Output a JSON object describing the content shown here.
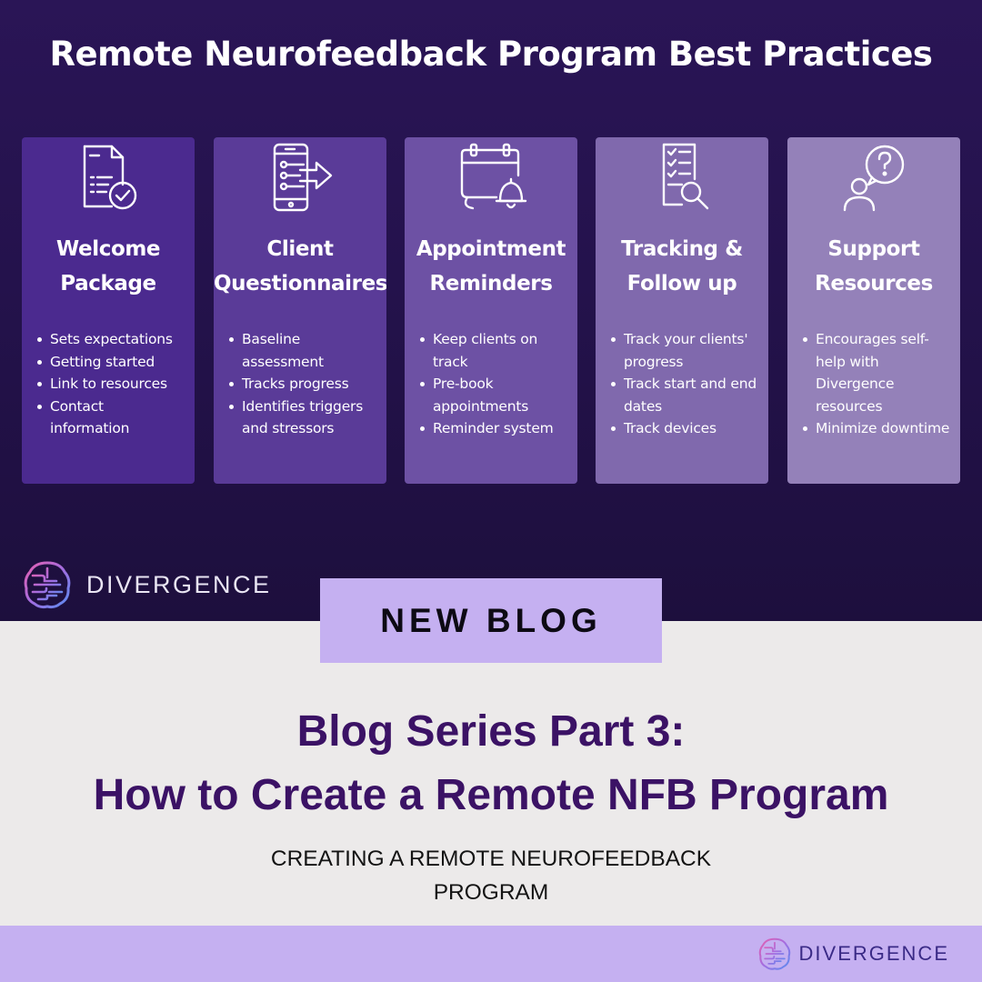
{
  "hero": {
    "title": "Remote Neurofeedback Program Best Practices",
    "cards": [
      {
        "icon": "document-checklist-icon",
        "title_lines": [
          "Welcome",
          "Package"
        ],
        "color": "#4b2a8f",
        "bullets": [
          [
            "Sets expectations"
          ],
          [
            "Getting started"
          ],
          [
            "Link to resources"
          ],
          [
            "Contact",
            "information"
          ]
        ]
      },
      {
        "icon": "phone-questionnaire-icon",
        "title_lines": [
          "Client",
          "Questionnaires"
        ],
        "color": "#5a3b98",
        "bullets": [
          [
            "Baseline",
            "assessment"
          ],
          [
            "Tracks progress"
          ],
          [
            "Identifies triggers",
            "and stressors"
          ]
        ]
      },
      {
        "icon": "calendar-bell-icon",
        "title_lines": [
          "Appointment",
          "Reminders"
        ],
        "color": "#6d51a4",
        "bullets": [
          [
            "Keep clients on",
            "track"
          ],
          [
            "Pre-book",
            "appointments"
          ],
          [
            "Reminder system"
          ]
        ]
      },
      {
        "icon": "checklist-magnifier-icon",
        "title_lines": [
          "Tracking &",
          "Follow up"
        ],
        "color": "#8069ad",
        "bullets": [
          [
            "Track your clients'",
            "progress"
          ],
          [
            "Track start and end",
            "dates"
          ],
          [
            "Track devices"
          ]
        ]
      },
      {
        "icon": "person-question-icon",
        "title_lines": [
          "Support",
          "Resources"
        ],
        "color": "#9481b9",
        "bullets": [
          [
            "Encourages self-",
            "help with",
            "Divergence",
            "resources"
          ],
          [
            "Minimize downtime"
          ]
        ]
      }
    ]
  },
  "brand": {
    "name": "DIVERGENCE",
    "logo_icon": "brain-logo-icon"
  },
  "badge": {
    "label": "NEW BLOG",
    "color": "#c5b0f1"
  },
  "blog": {
    "title_line1": "Blog Series Part 3:",
    "title_line2": "How to Create a Remote NFB Program",
    "subtitle_line1": "CREATING A REMOTE NEUROFEEDBACK",
    "subtitle_line2": "PROGRAM",
    "title_color": "#3b1265"
  },
  "footer": {
    "brand_name": "DIVERGENCE",
    "color": "#c5b0f1"
  }
}
